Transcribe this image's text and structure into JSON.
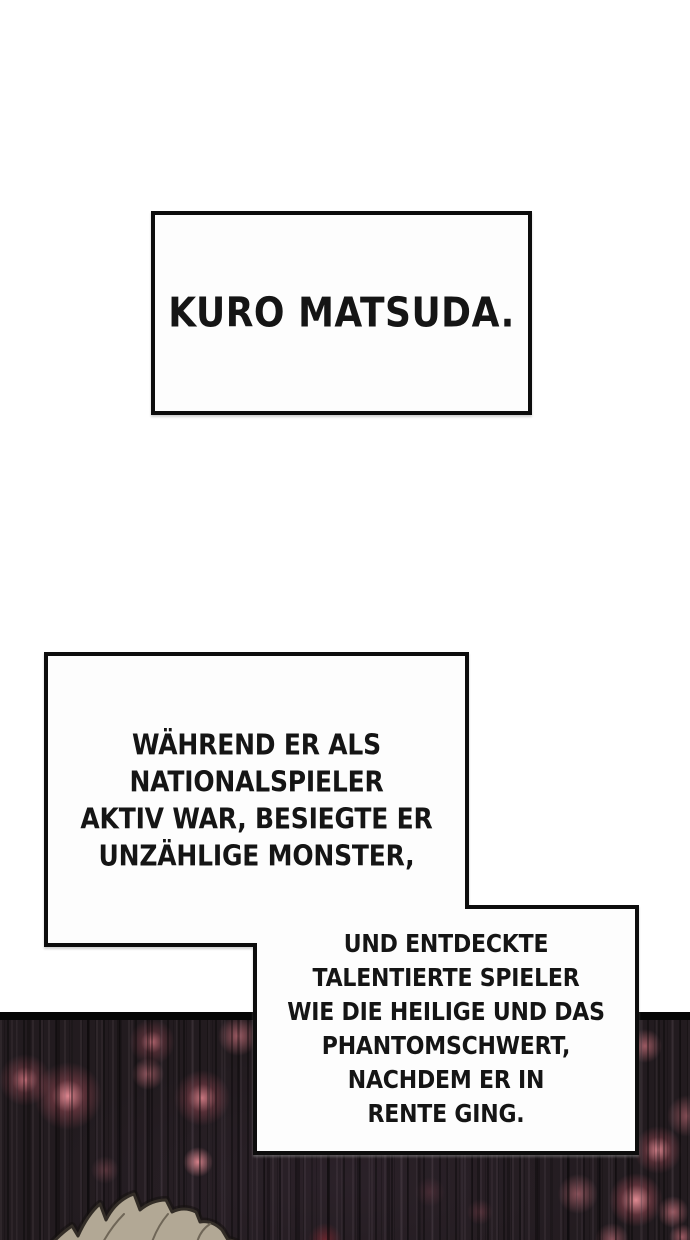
{
  "page": {
    "kind": "comic-page"
  },
  "colors": {
    "page_background": "#ffffff",
    "panel_border": "#0d0d0d",
    "panel_fill": "#fdfdfd",
    "text": "#151515",
    "dark_panel_base": "#221b1f",
    "ember_pink": "#ef8e98",
    "hair_fill": "#b2a895",
    "hair_outline": "#332d27"
  },
  "captions": {
    "box1": {
      "lines": [
        "KURO MATSUDA."
      ]
    },
    "box2": {
      "lines": [
        "WÄHREND ER ALS",
        "NATIONALSPIELER",
        "AKTIV WAR, BESIEGTE ER",
        "UNZÄHLIGE MONSTER,"
      ]
    },
    "box3": {
      "lines": [
        "UND ENTDECKTE",
        "TALENTIERTE SPIELER",
        "WIE DIE HEILIGE UND DAS",
        "PHANTOMSCHWERT,",
        "NACHDEM ER IN",
        "RENTE GING."
      ]
    }
  },
  "artwork": {
    "bottom_panel": "dark-streaked-background-with-pink-embers",
    "figure": "top-of-spiky-haired-head"
  }
}
